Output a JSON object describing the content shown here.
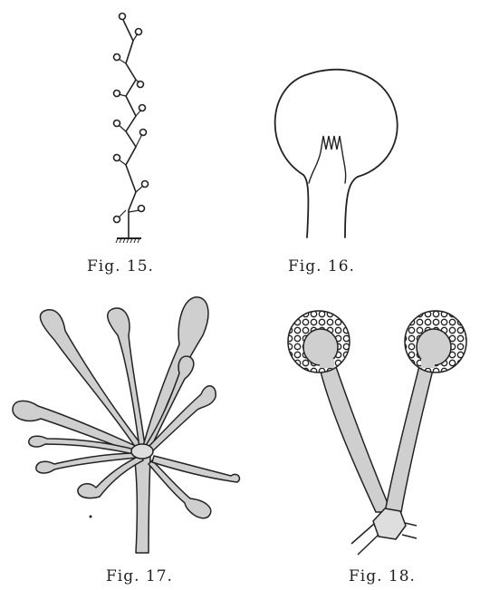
{
  "figures": {
    "fig15": {
      "caption": "Fig. 15."
    },
    "fig16": {
      "caption": "Fig. 16."
    },
    "fig17": {
      "caption": "Fig. 17."
    },
    "fig18": {
      "caption": "Fig. 18."
    }
  },
  "colors": {
    "ink": "#222222",
    "fill": "#cfcfcf",
    "background": "#ffffff"
  }
}
